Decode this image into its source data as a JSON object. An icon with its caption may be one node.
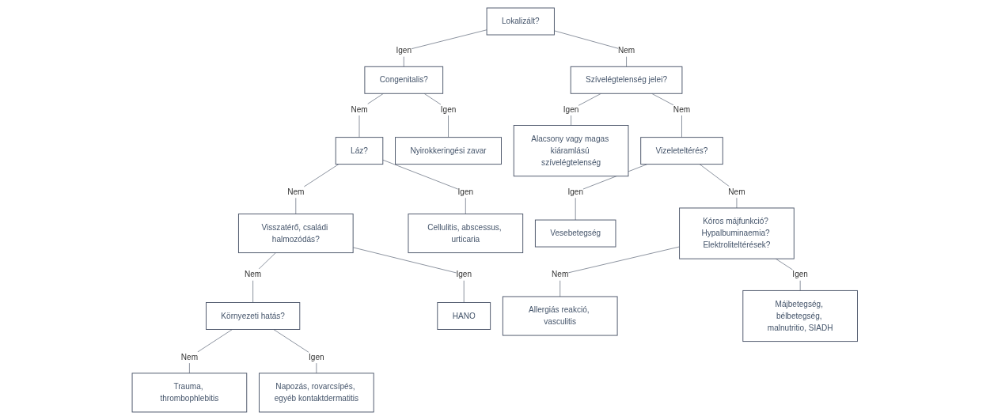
{
  "diagram": {
    "nodes": [
      {
        "text": [
          "Lokalizált?"
        ]
      },
      {
        "text": [
          "Congenitalis?"
        ]
      },
      {
        "text": [
          "Szívelégtelenség jelei?"
        ]
      },
      {
        "text": [
          "Láz?"
        ]
      },
      {
        "text": [
          "Nyirokkeringési zavar"
        ]
      },
      {
        "text": [
          "Alacsony vagy magas kiáramlású szívelégtelenség"
        ]
      },
      {
        "text": [
          "Vizeleteltérés?"
        ]
      },
      {
        "text": [
          "Visszatérő, családi halmozódás?"
        ]
      },
      {
        "text": [
          "Cellulitis, abscessus, urticaria"
        ]
      },
      {
        "text": [
          "Vesebetegség"
        ]
      },
      {
        "text": [
          "Kóros májfunkció? Hypalbuminaemia? Elektroliteltérések?"
        ]
      },
      {
        "text": [
          "Környezeti hatás?"
        ]
      },
      {
        "text": [
          "HANO"
        ]
      },
      {
        "text": [
          "Allergiás reakció, vasculitis"
        ]
      },
      {
        "text": [
          "Májbetegség, bélbetegség, malnutritio, SIADH"
        ]
      },
      {
        "text": [
          "Trauma, thrombophlebitis"
        ]
      },
      {
        "text": [
          "Napozás, rovarcsípés, egyéb kontaktdermatitis"
        ]
      }
    ],
    "edges": [
      {
        "from": 0,
        "to": 1,
        "arrow": "none",
        "label": "Igen"
      },
      {
        "from": 0,
        "to": 2,
        "arrow": "none",
        "label": "Nem"
      },
      {
        "from": 1,
        "to": 3,
        "arrow": "none",
        "label": "Nem"
      },
      {
        "from": 1,
        "to": 4,
        "arrow": "none",
        "label": "Igen"
      },
      {
        "from": 2,
        "to": 5,
        "arrow": "none",
        "label": "Igen"
      },
      {
        "from": 2,
        "to": 6,
        "arrow": "none",
        "label": "Nem"
      },
      {
        "from": 3,
        "to": 7,
        "arrow": "none",
        "label": "Nem"
      },
      {
        "from": 3,
        "to": 8,
        "arrow": "none",
        "label": "Igen"
      },
      {
        "from": 6,
        "to": 9,
        "arrow": "none",
        "label": "Igen"
      },
      {
        "from": 6,
        "to": 10,
        "arrow": "none",
        "label": "Nem"
      },
      {
        "from": 7,
        "to": 11,
        "arrow": "none",
        "label": "Nem"
      },
      {
        "from": 7,
        "to": 12,
        "arrow": "none",
        "label": "Igen"
      },
      {
        "from": 10,
        "to": 13,
        "arrow": "none",
        "label": "Nem"
      },
      {
        "from": 10,
        "to": 14,
        "arrow": "none",
        "label": "Igen"
      },
      {
        "from": 11,
        "to": 15,
        "arrow": "none",
        "label": "Nem"
      },
      {
        "from": 11,
        "to": 16,
        "arrow": "none",
        "label": "Igen"
      }
    ]
  }
}
